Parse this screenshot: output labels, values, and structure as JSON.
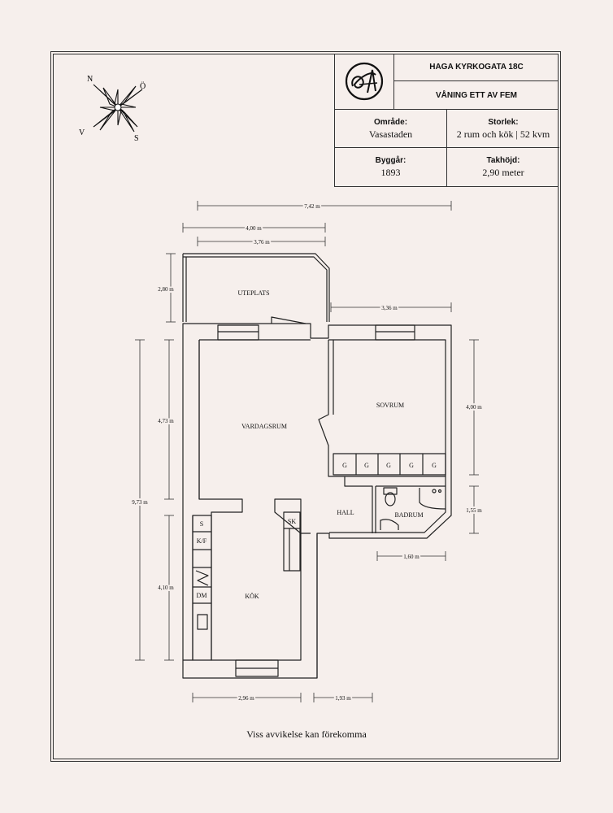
{
  "header": {
    "address": "HAGA KYRKOGATA 18C",
    "floor": "VÅNING ETT AV FEM"
  },
  "info": {
    "area_label": "Område:",
    "area_value": "Vasastaden",
    "size_label": "Storlek:",
    "size_value": "2 rum och kök | 52 kvm",
    "built_label": "Byggår:",
    "built_value": "1893",
    "ceiling_label": "Takhöjd:",
    "ceiling_value": "2,90 meter"
  },
  "compass": {
    "n": "N",
    "e": "Ö",
    "w": "V",
    "s": "S"
  },
  "rooms": {
    "patio": "UTEPLATS",
    "living": "VARDAGSRUM",
    "bedroom": "SOVRUM",
    "hall": "HALL",
    "bath": "BADRUM",
    "kitchen": "KÖK"
  },
  "fixtures": {
    "wardrobe": "G",
    "sink": "S",
    "fridge": "K/F",
    "dishwasher": "DM",
    "cabinet": "SK"
  },
  "dimensions": {
    "d742": "7,42 m",
    "d400top": "4,00 m",
    "d376": "3,76 m",
    "d280": "2,80 m",
    "d336": "3,36 m",
    "d973": "9,73 m",
    "d473": "4,73 m",
    "d410": "4,10 m",
    "d400right": "4,00 m",
    "d155": "1,55 m",
    "d160": "1,60 m",
    "d296": "2,96 m",
    "d193": "1,93 m"
  },
  "footer": "Viss avvikelse kan förekomma"
}
